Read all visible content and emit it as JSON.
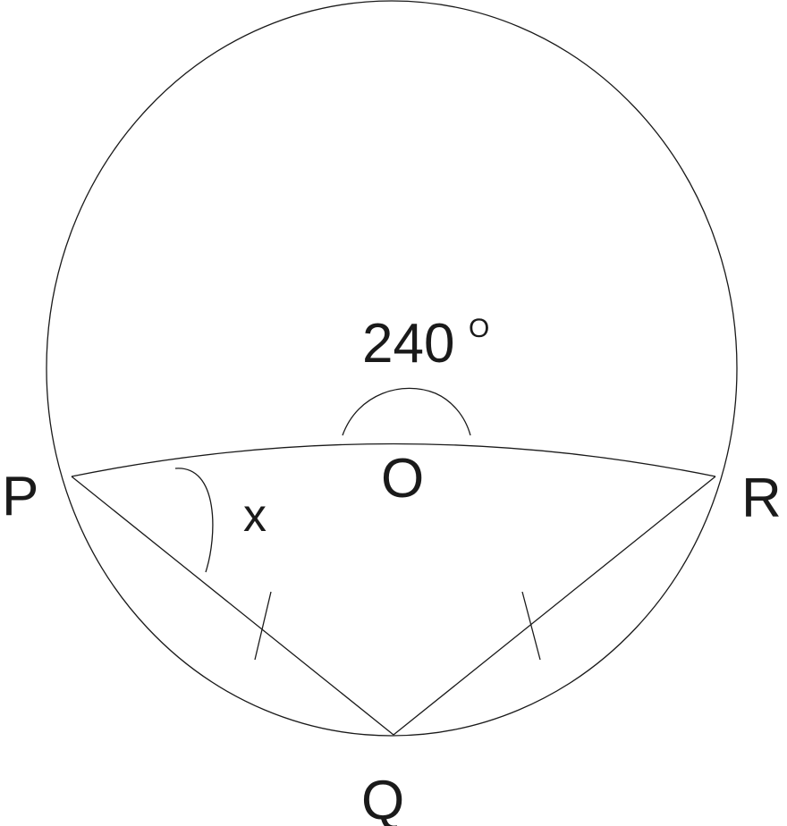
{
  "points": {
    "P": "P",
    "Q": "Q",
    "R": "R",
    "O": "O"
  },
  "angle_at_O": {
    "value": "240",
    "unit": "O"
  },
  "angle_at_P": {
    "variable": "x"
  },
  "equal_side_marks": 2
}
